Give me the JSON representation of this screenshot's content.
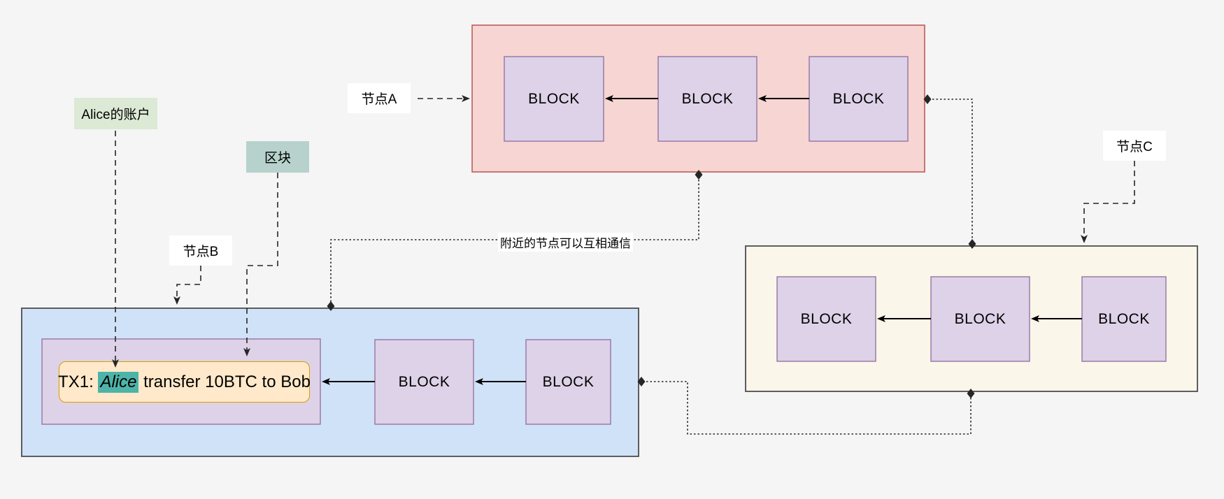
{
  "colors": {
    "background": "#f5f5f5",
    "node_a_fill": "#f6d5d2",
    "node_a_stroke": "#b85450",
    "node_b_fill": "#d0e2f8",
    "node_c_fill": "#faf6e9",
    "container_stroke": "#4d4d4d",
    "block_fill": "#ddd2e7",
    "block_stroke": "#9673a6",
    "tx_fill": "#ffe9ca",
    "tx_stroke": "#d79b00",
    "alice_highlight": "#4eb3a8",
    "account_label_fill": "#dce9d5",
    "block_tag_fill": "#b7d2cc",
    "solid_line": "#000000",
    "dashed_line": "#262626",
    "white": "#ffffff"
  },
  "labels": {
    "block": "BLOCK",
    "node_a": "节点A",
    "node_b": "节点B",
    "node_c": "节点C",
    "account": "Alice的账户",
    "block_tag": "区块",
    "communicate": "附近的节点可以互相通信"
  },
  "transaction": {
    "prefix": "TX1: ",
    "highlight": "Alice",
    "suffix": " transfer 10BTC to Bob"
  }
}
